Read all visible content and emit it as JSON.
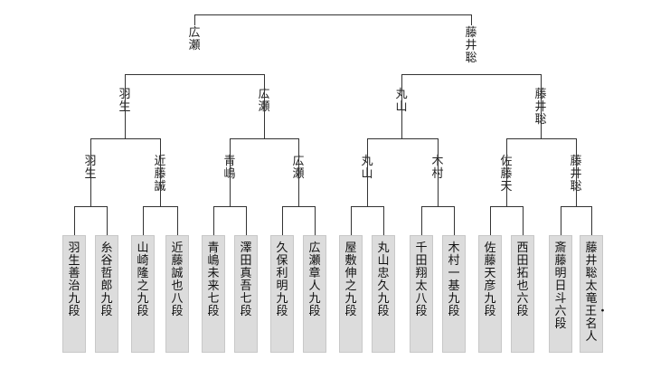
{
  "players": [
    "羽生善治九段",
    "糸谷哲郎九段",
    "山崎隆之九段",
    "近藤誠也八段",
    "青嶋未来七段",
    "澤田真吾七段",
    "久保利明九段",
    "広瀬章人九段",
    "屋敷伸之九段",
    "丸山忠久九段",
    "千田翔太八段",
    "木村一基九段",
    "佐藤天彦九段",
    "西田拓也六段",
    "斎藤明日斗六段",
    "藤井聡太竜王・名人"
  ],
  "round1": [
    "羽生",
    "近藤誠",
    "青嶋",
    "広瀬",
    "丸山",
    "木村",
    "佐藤天",
    "藤井聡"
  ],
  "round2": [
    "羽生",
    "広瀬",
    "丸山",
    "藤井聡"
  ],
  "round3": [
    "広瀬",
    "藤井聡"
  ]
}
